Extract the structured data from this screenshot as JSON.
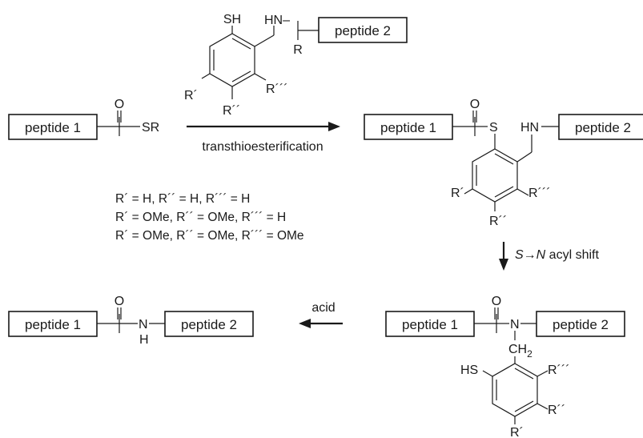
{
  "boxes": {
    "peptide1": "peptide 1",
    "peptide2": "peptide 2"
  },
  "atoms": {
    "O": "O",
    "S": "S",
    "SR": "SR",
    "SH": "SH",
    "HN": "HN",
    "HN_dash": "HN–",
    "R": "R",
    "N": "N",
    "H": "H",
    "HS": "HS",
    "CH": "CH",
    "sub2": "2",
    "R1": "R´",
    "R2": "R´´",
    "R3": "R´´´"
  },
  "conditions": {
    "step1": "transthioesterification",
    "step2_s": "S",
    "step2_arrow": "→",
    "step2_n": "N",
    "step2_rest": " acyl shift",
    "step3": "acid"
  },
  "substituent_sets": [
    "R´ = H, R´´ = H, R´´´ = H",
    "R´ = OMe, R´´ = OMe, R´´´ = H",
    "R´ = OMe, R´´ = OMe, R´´´ = OMe"
  ]
}
